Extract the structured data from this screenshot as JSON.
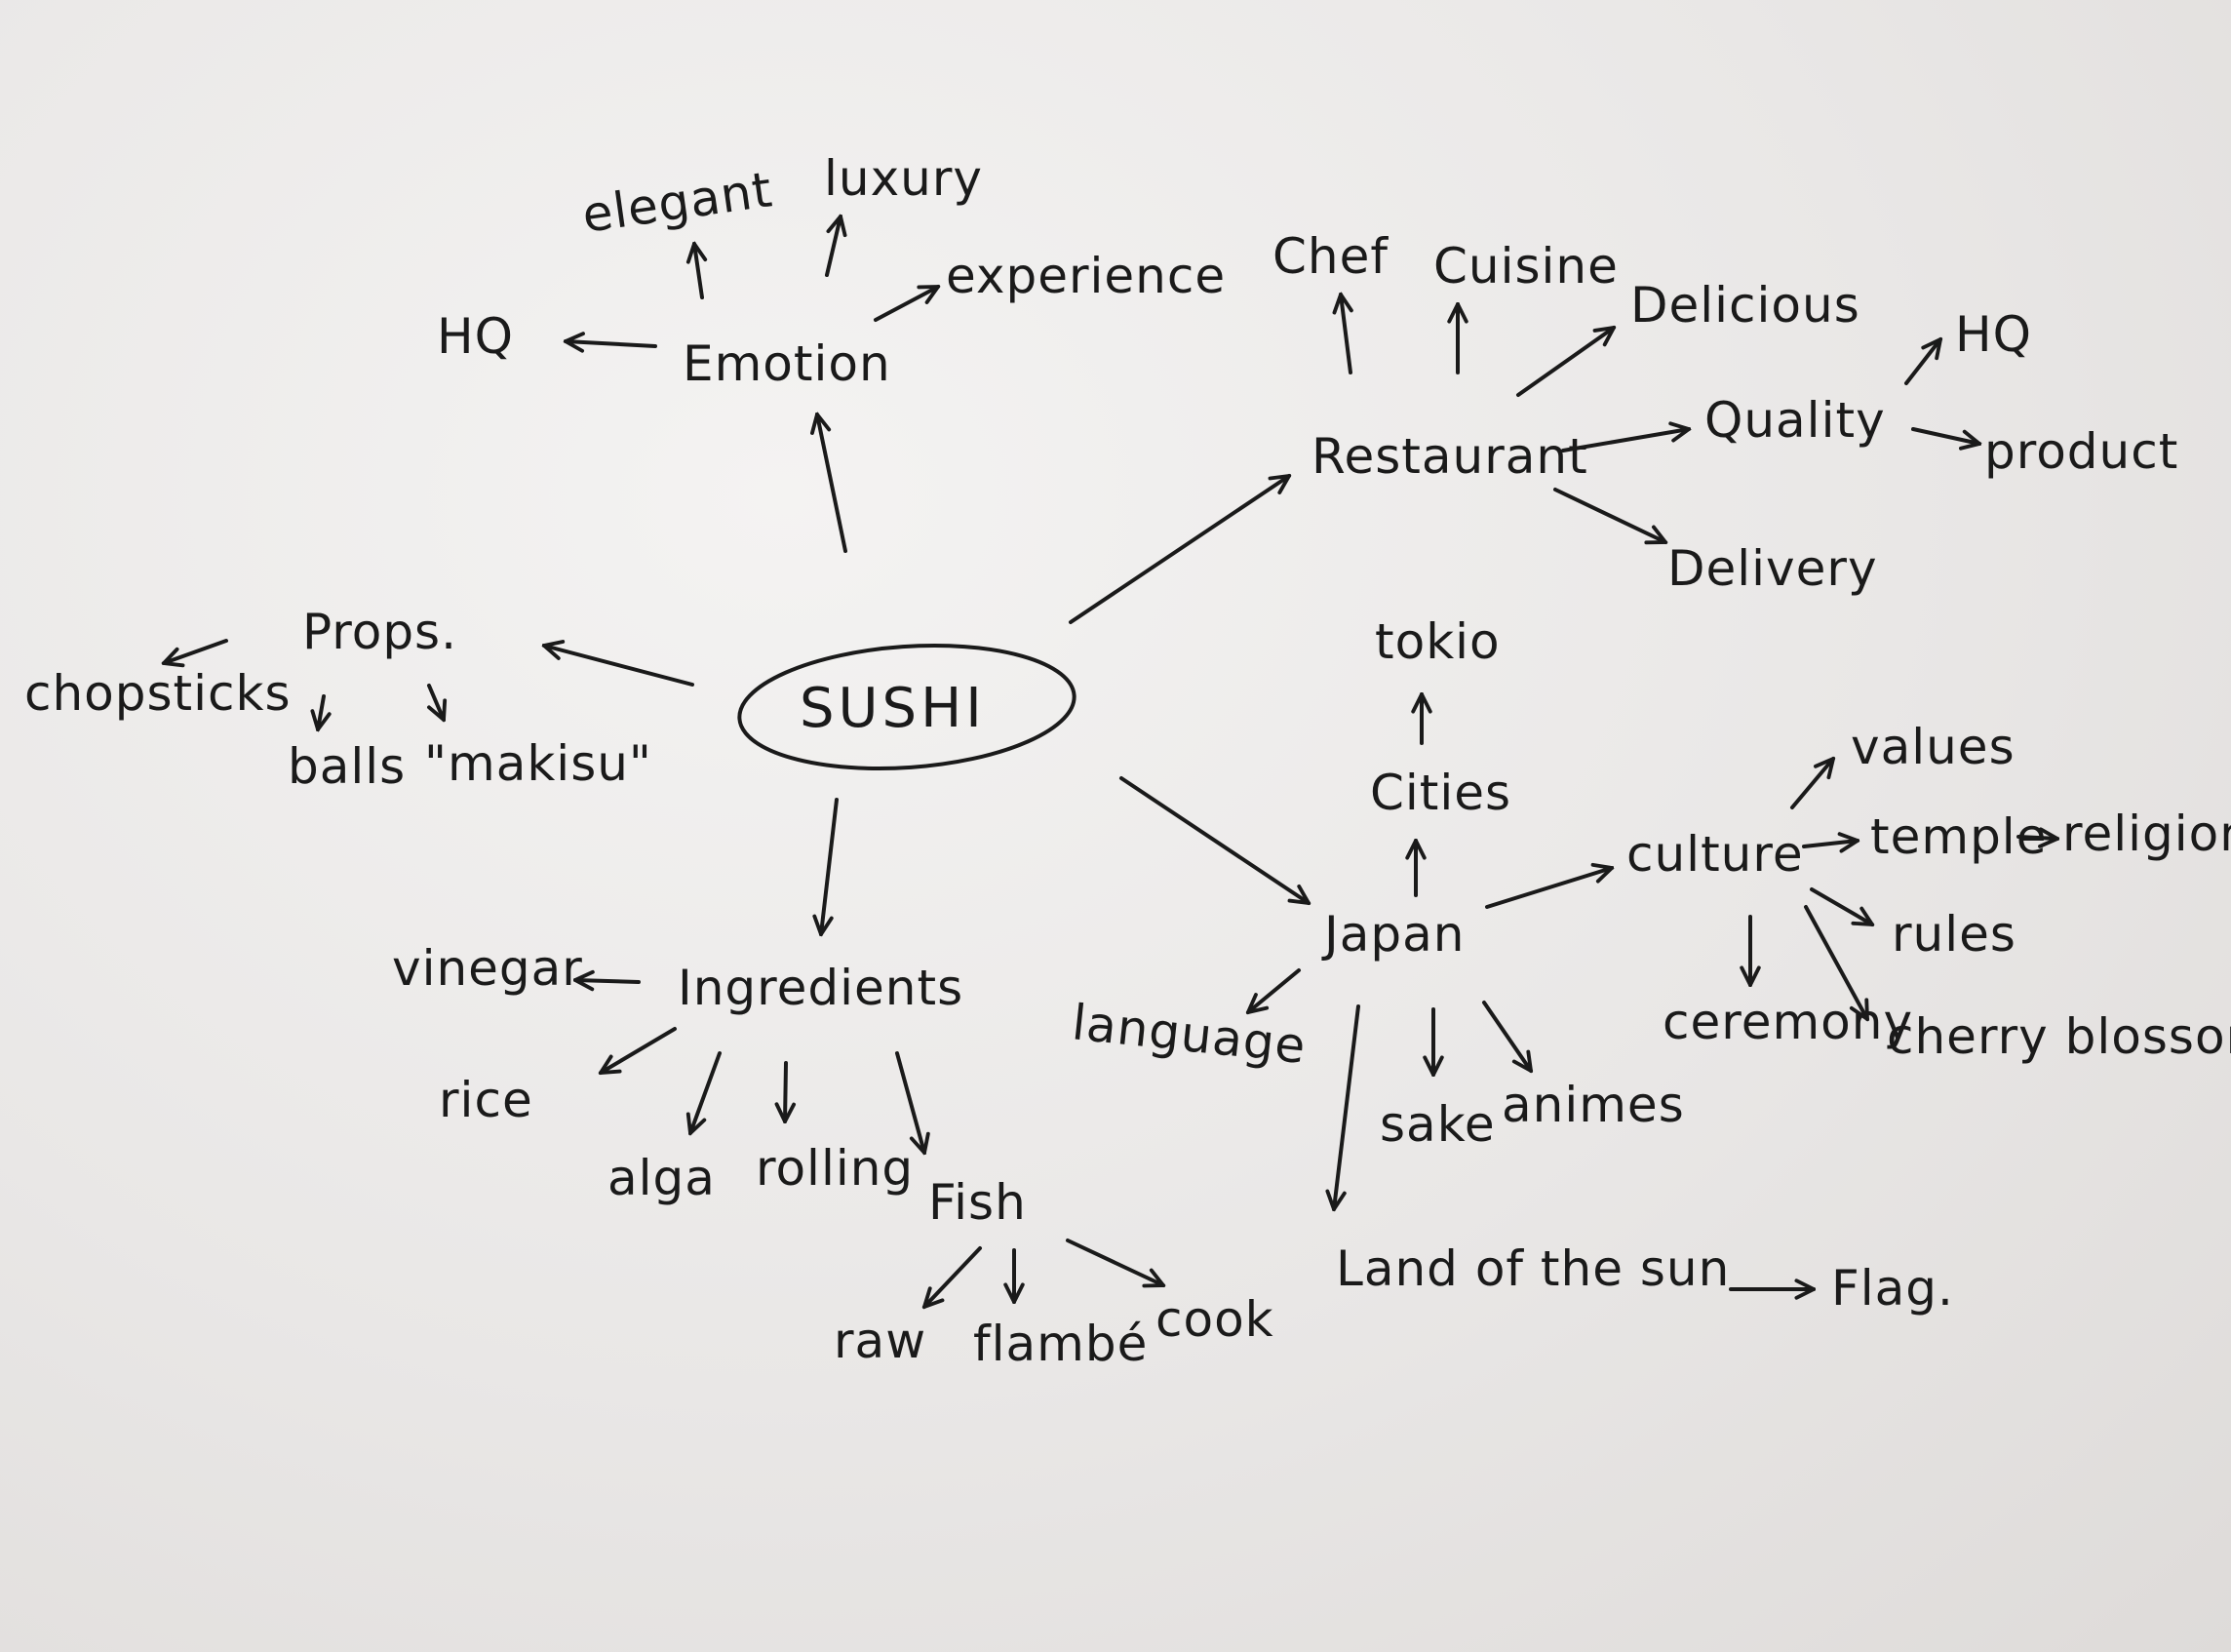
{
  "center": "SUSHI",
  "nodes": {
    "emotion": "Emotion",
    "elegant": "elegant",
    "luxury": "luxury",
    "experience": "experience",
    "hq_left": "HQ",
    "restaurant": "Restaurant",
    "chef": "Chef",
    "cuisine": "Cuisine",
    "delicious": "Delicious",
    "quality": "Quality",
    "hq_right": "HQ",
    "product": "product",
    "delivery": "Delivery",
    "props": "Props.",
    "chopsticks": "chopsticks",
    "balls": "balls",
    "makisu": "\"makisu\"",
    "ingredients": "Ingredients",
    "vinegar": "vinegar",
    "rice": "rice",
    "alga": "alga",
    "rolling": "rolling",
    "fish": "Fish",
    "raw": "raw",
    "flambe": "flambé",
    "cook": "cook",
    "japan": "Japan",
    "cities": "Cities",
    "tokio": "tokio",
    "culture": "culture",
    "values": "values",
    "temple": "temple",
    "religion": "religion",
    "rules": "rules",
    "ceremony": "ceremony",
    "cherry_blossom": "cherry blossom",
    "language": "language",
    "sake": "sake",
    "animes": "animes",
    "land_of_the_sun": "Land of the sun",
    "flag": "Flag."
  }
}
